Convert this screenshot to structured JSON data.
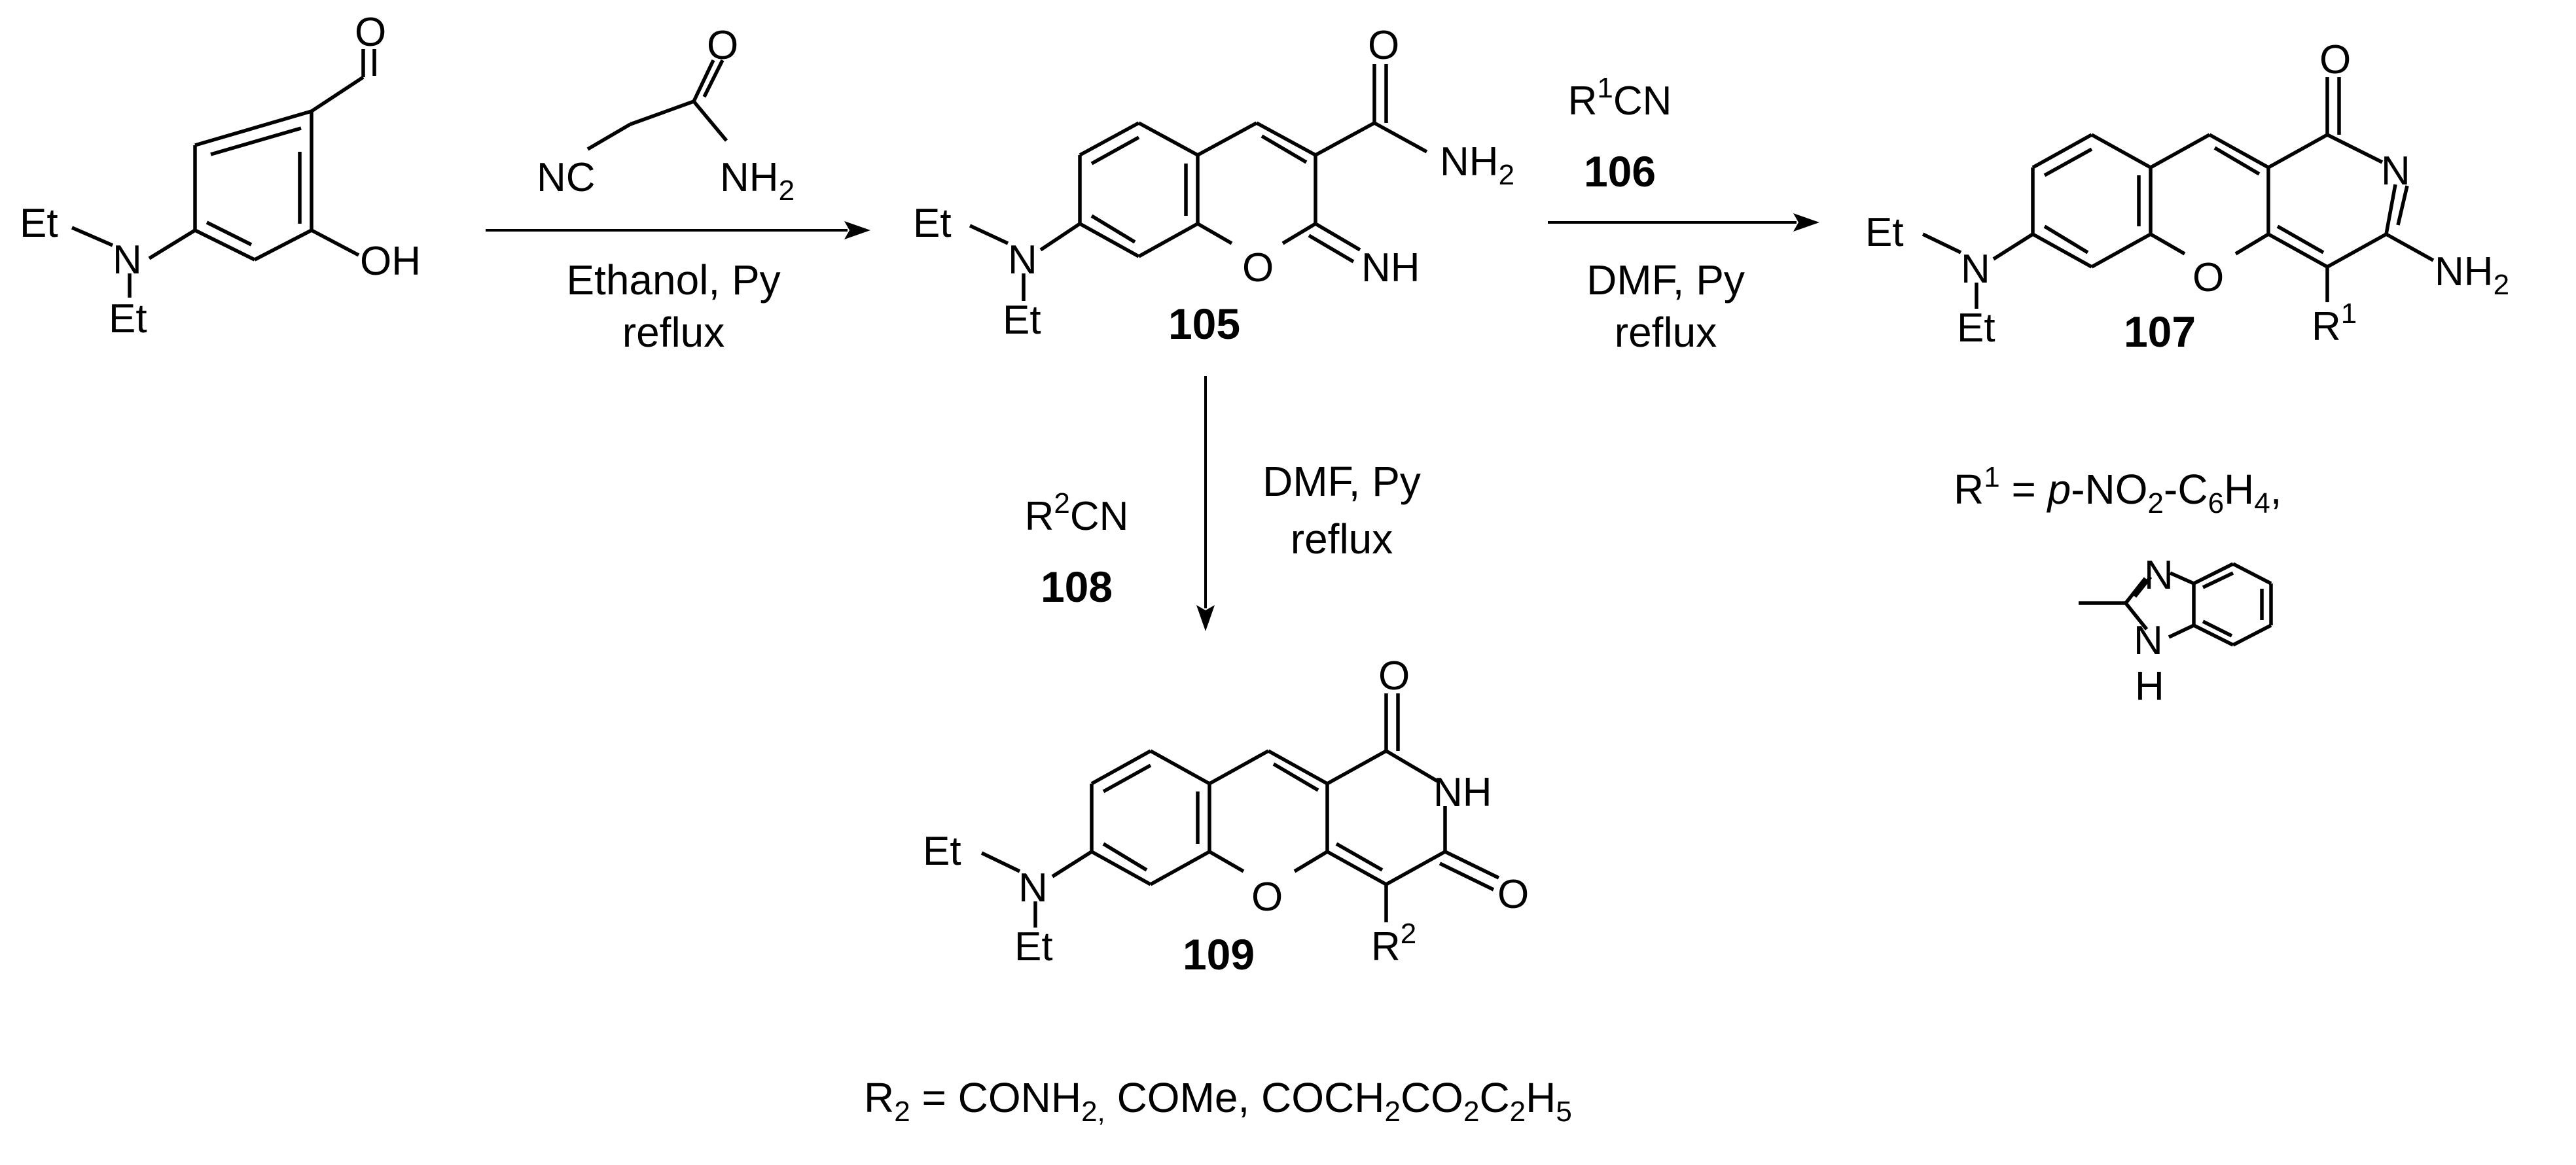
{
  "reagents": {
    "cyanoacetamide_nc": "NC",
    "cyanoacetamide_o": "O",
    "cyanoacetamide_nh": "NH",
    "cyanoacetamide_nh_sub": "2",
    "step1_solvent": "Ethanol, Py",
    "step1_condition": "reflux",
    "r1_nitrile_r": "R",
    "r1_nitrile_sup": "1",
    "r1_nitrile_cn": "CN",
    "r1_nitrile_number": "106",
    "step2_solvent": "DMF,  Py",
    "step2_condition": "reflux",
    "r2_nitrile_r": "R",
    "r2_nitrile_sup": "2",
    "r2_nitrile_cn": "CN",
    "r2_nitrile_number": "108",
    "step3_solvent": "DMF,  Py",
    "step3_condition": "reflux"
  },
  "start_material": {
    "et": "Et",
    "n": "N",
    "oh": "OH",
    "o": "O"
  },
  "compound_105": {
    "number": "105",
    "et": "Et",
    "n": "N",
    "ring_o": "O",
    "imino": "NH",
    "amide_o": "O",
    "amide_nh": "NH",
    "amide_nh_sub": "2"
  },
  "compound_107": {
    "number": "107",
    "et": "Et",
    "n": "N",
    "ring_o": "O",
    "carbonyl_o": "O",
    "ring_n": "N",
    "amino_nh": "NH",
    "amino_sub": "2",
    "r": "R",
    "r_sup": "1"
  },
  "compound_109": {
    "number": "109",
    "et": "Et",
    "n": "N",
    "ring_o": "O",
    "carbonyl_o_top": "O",
    "imide_nh": "NH",
    "carbonyl_o_right": "O",
    "r": "R",
    "r_sup": "2"
  },
  "r1_definition": {
    "lhs": "R",
    "lhs_sup": "1",
    "eq": " = ",
    "italic_p": "p",
    "text1": "-NO",
    "sub1": "2",
    "text2": "-C",
    "sub2": "6",
    "text3": "H",
    "sub3": "4",
    "text4": ",",
    "benzimidazole_n": "N",
    "benzimidazole_nh_n": "N",
    "benzimidazole_nh_h": "H"
  },
  "r2_definition": {
    "lhs": "R",
    "lhs_sub": "2",
    "t1": " = CONH",
    "s1": "2,",
    "t2": " COMe, COCH",
    "s2": "2",
    "t3": "CO",
    "s3": "2",
    "t4": "C",
    "s4": "2",
    "t5": "H",
    "s5": "5"
  }
}
